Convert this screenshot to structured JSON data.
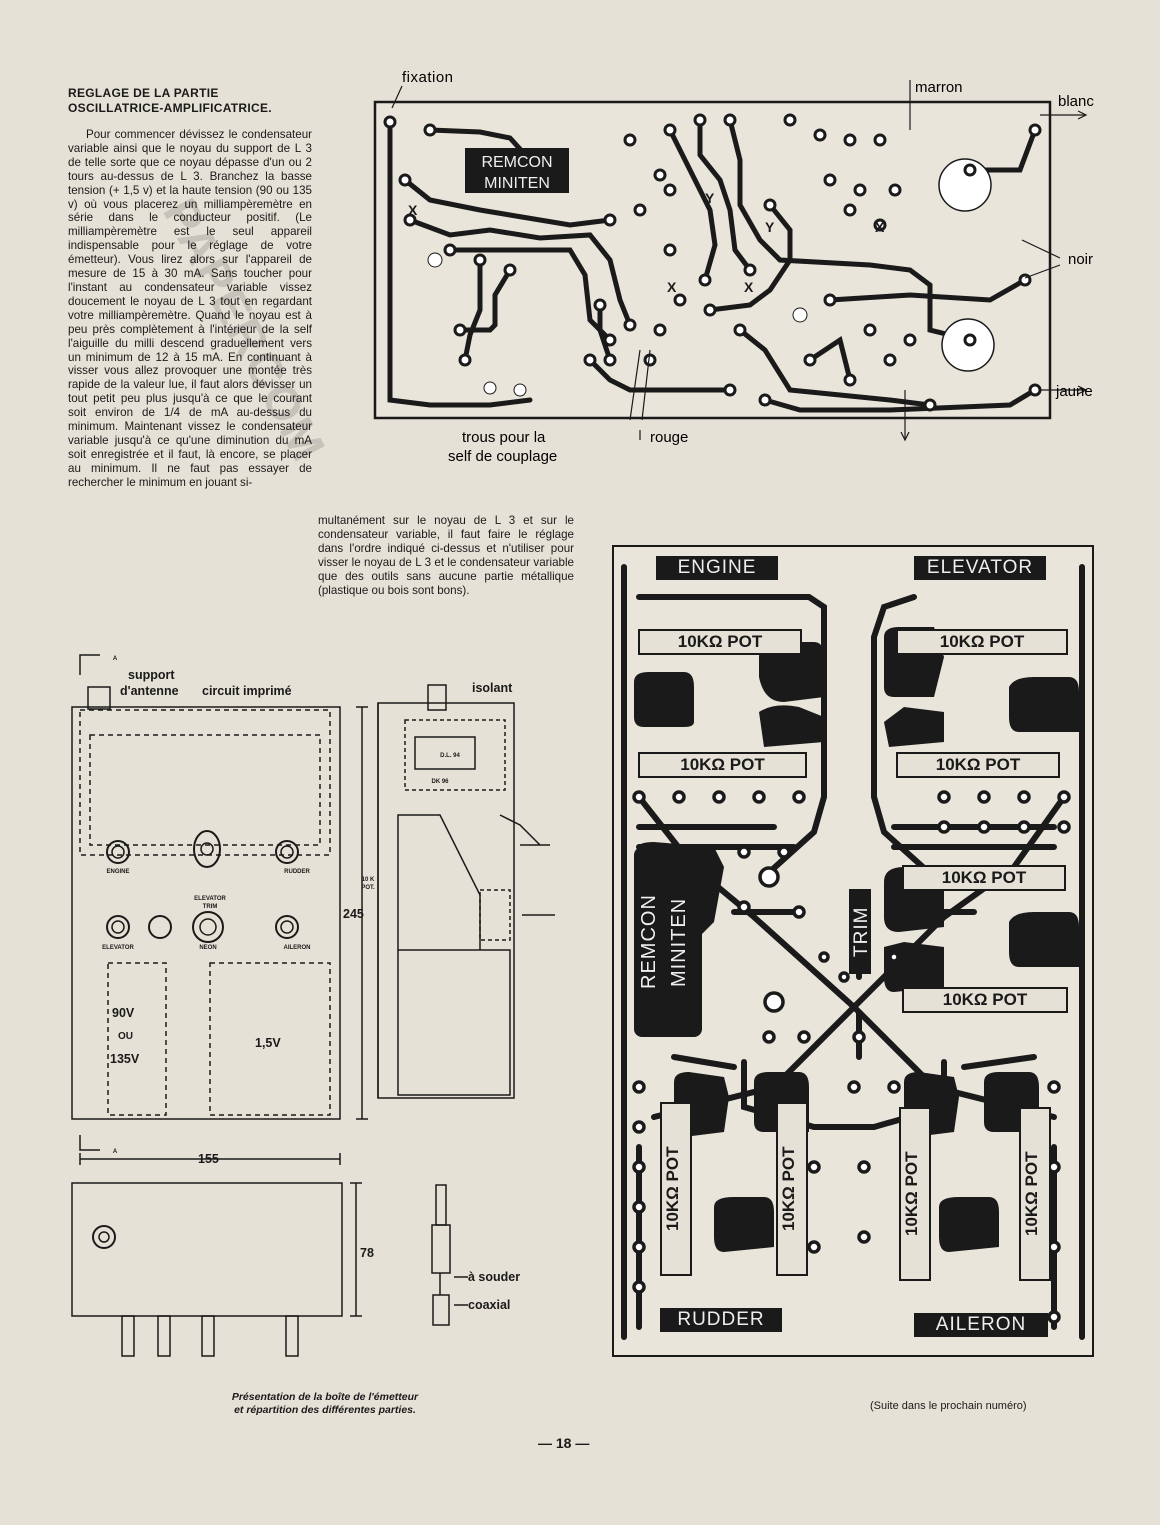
{
  "article": {
    "heading_line1": "REGLAGE DE LA PARTIE",
    "heading_line2": "OSCILLATRICE-AMPLIFICATRICE.",
    "col1": "Pour commencer dévissez le condensateur variable ainsi que le noyau du support de L 3 de telle sorte que ce noyau dépasse d'un ou 2 tours au-dessus de L 3. Branchez la basse tension (+ 1,5 v) et la haute tension (90 ou 135 v) où vous placerez un milliampèremètre en série dans le conducteur positif. (Le milliampèremètre est le seul appareil indispensable pour le réglage de votre émetteur). Vous lirez alors sur l'appareil de mesure de 15 à 30 mA. Sans toucher pour l'instant au condensateur variable vissez doucement le noyau de L 3 tout en regardant votre milliampèremètre. Quand le noyau est à peu près complètement à l'intérieur de la self l'aiguille du milli descend graduellement vers un minimum de 12 à 15 mA. En continuant à visser vous allez provoquer une montée très rapide de la valeur lue, il faut alors dévisser un tout petit peu plus jusqu'à ce que le courant soit environ de 1/4 de mA au-dessus du minimum. Maintenant vissez le condensateur variable jusqu'à ce qu'une diminution du mA soit enregistrée et il faut, là encore, se placer au minimum. Il ne faut pas essayer de rechercher le minimum en jouant si-",
    "col2": "multanément sur le noyau de L 3 et sur le condensateur variable, il faut faire le réglage dans l'ordre indiqué ci-dessus et n'utiliser pour visser le noyau de L 3 et le condensateur variable que des outils sans aucune partie métallique (plastique ou bois sont bons)."
  },
  "watermark": "PAPERCOM",
  "pcb_top": {
    "label_fixation": "fixation",
    "label_marron": "marron",
    "label_blanc": "blanc",
    "label_noir": "noir",
    "label_jaune": "jaune",
    "label_trous_1": "trous pour la",
    "label_trous_2": "self de couplage",
    "label_rouge": "rouge",
    "board_text_1": "REMCON",
    "board_text_2": "MINITEN",
    "marks": [
      "X",
      "Y",
      "Y",
      "X",
      "X",
      "X"
    ]
  },
  "box_drawing": {
    "support_1": "support",
    "support_2": "d'antenne",
    "circuit": "circuit imprimé",
    "isolant": "isolant",
    "engine": "ENGINE",
    "rudder": "RUDDER",
    "elevator_trim_1": "ELEVATOR",
    "elevator_trim_2": "TRIM",
    "elevator": "ELEVATOR",
    "neon": "NEON",
    "aileron": "AILERON",
    "hv_1": "90V",
    "hv_2": "OU",
    "hv_3": "135V",
    "lv": "1,5V",
    "pot_1": "10 K",
    "pot_2": "POT.",
    "dl94": "D.L. 94",
    "dk96": "DK 96",
    "dim_height": "245",
    "dim_width": "155",
    "dim_depth": "78",
    "a_mark": "A",
    "a_souder": "à souder",
    "coaxial": "coaxial",
    "caption_1": "Présentation de la boîte de l'émetteur",
    "caption_2": "et répartition des différentes parties."
  },
  "pcb_bottom": {
    "engine": "ENGINE",
    "elevator": "ELEVATOR",
    "rudder": "RUDDER",
    "aileron": "AILERON",
    "trim": "TRIM",
    "remcon": "REMCON",
    "miniten": "MINITEN",
    "pot": "10KΩ POT"
  },
  "footer": {
    "suite": "(Suite dans le prochain numéro)",
    "page": "— 18 —"
  }
}
